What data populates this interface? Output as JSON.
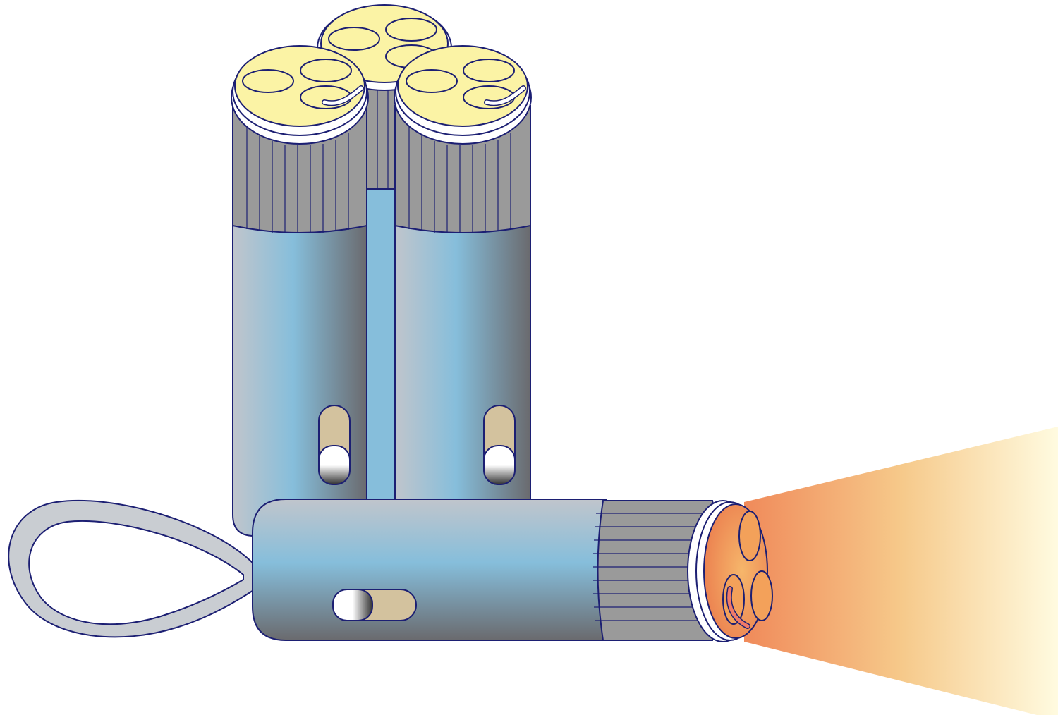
{
  "scene": {
    "flashlights": [
      {
        "name": "upright-flashlight-back",
        "orientation": "upright",
        "lit": false
      },
      {
        "name": "upright-flashlight-left",
        "orientation": "upright",
        "lit": false
      },
      {
        "name": "upright-flashlight-right",
        "orientation": "upright",
        "lit": false
      },
      {
        "name": "lying-flashlight",
        "orientation": "horizontal",
        "lit": true
      }
    ],
    "colors": {
      "outline": "#1c1f73",
      "body_light": "#c0c5cc",
      "body_mid": "#86bedb",
      "body_dark": "#6a6a6e",
      "grip_gray": "#9a9a9a",
      "lens_off": "#fbf3a5",
      "lens_on": "#f3a15a",
      "switch_tan": "#d3c29e",
      "beam_start": "#f08a5a",
      "beam_end": "#fffbe0",
      "strap_fill": "#c9cdd2"
    },
    "icons": [
      "flashlight-icon",
      "led-lens-icon",
      "slide-switch-icon",
      "wrist-strap-icon",
      "light-beam-icon"
    ]
  }
}
